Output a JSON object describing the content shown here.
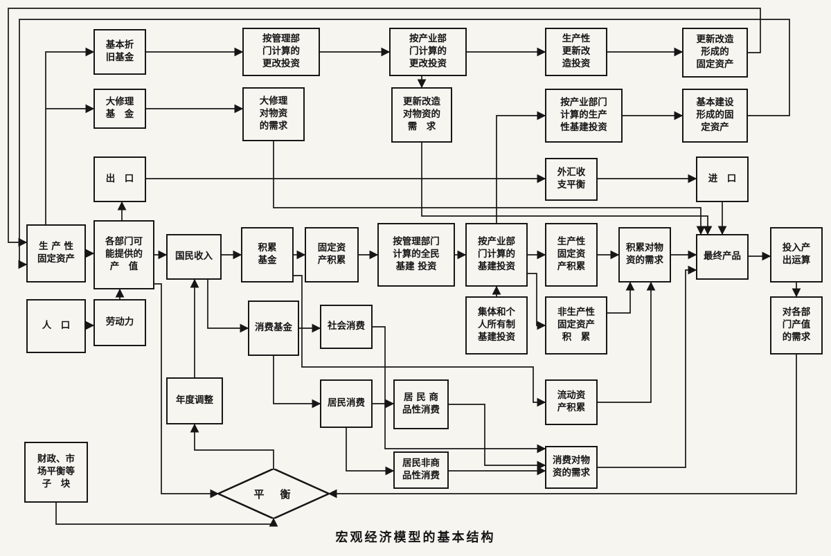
{
  "title": "宏观经济模型的基本结构",
  "nodes": {
    "jbzj": {
      "label": "基本折\n旧基金"
    },
    "gg_mgmt": {
      "label": "按管理部\n门计算的\n更改投资"
    },
    "gg_ind": {
      "label": "按产业部\n门计算的\n更改投资"
    },
    "sc_gx": {
      "label": "生产性\n更新改\n造投资"
    },
    "gx_gd": {
      "label": "更新改造\n形成的\n固定资产"
    },
    "dxl": {
      "label": "大修理\n基　金"
    },
    "dxl_wz": {
      "label": "大修理\n对物资\n的需求"
    },
    "gx_wz": {
      "label": "更新改造\n对物资的\n需　求"
    },
    "ind_jj": {
      "label": "按产业部门\n计算的生产\n性基建投资"
    },
    "jb_gd": {
      "label": "基本建设\n形成的固\n定资产"
    },
    "ck": {
      "label": "出　口"
    },
    "wh": {
      "label": "外汇收\n支平衡"
    },
    "jk": {
      "label": "进　口"
    },
    "sc_gdzc": {
      "label": "生 产 性\n固定资产"
    },
    "gbm_cz": {
      "label": "各部门可\n能提供的\n产　值"
    },
    "gmsr": {
      "label": "国民收入"
    },
    "jljj": {
      "label": "积累\n基金"
    },
    "gdzc_jl": {
      "label": "固定资\n产积累"
    },
    "qm_jj": {
      "label": "按管理部门\n计算的全民\n基建 投资"
    },
    "ind_jj2": {
      "label": "按产业部\n门计算的\n基建投资"
    },
    "sc_gd_jl": {
      "label": "生产性\n固定资\n产积累"
    },
    "jl_wz": {
      "label": "积累对物\n资的需求"
    },
    "zzcp": {
      "label": "最终产品"
    },
    "trcc": {
      "label": "投入产\n出运算"
    },
    "rk": {
      "label": "人　口"
    },
    "ldl": {
      "label": "劳动力"
    },
    "xfjj": {
      "label": "消费基金"
    },
    "shxf": {
      "label": "社会消费"
    },
    "jt_jj": {
      "label": "集体和个\n人所有制\n基建投资"
    },
    "fsc_gd": {
      "label": "非生产性\n固定资产\n积　累"
    },
    "gbm_xq": {
      "label": "对各部\n门产值\n的需求"
    },
    "ndtz": {
      "label": "年度调整"
    },
    "jmxf": {
      "label": "居民消费"
    },
    "jm_sp": {
      "label": "居 民 商\n品性消费"
    },
    "ldzc": {
      "label": "流动资\n产积累"
    },
    "cz_sk": {
      "label": "财政、市\n场平衡等\n子　块"
    },
    "jm_fsp": {
      "label": "居民非商\n品性消费"
    },
    "xf_wz": {
      "label": "消费对物\n资的需求"
    },
    "ph": {
      "label": "平　衡"
    }
  }
}
